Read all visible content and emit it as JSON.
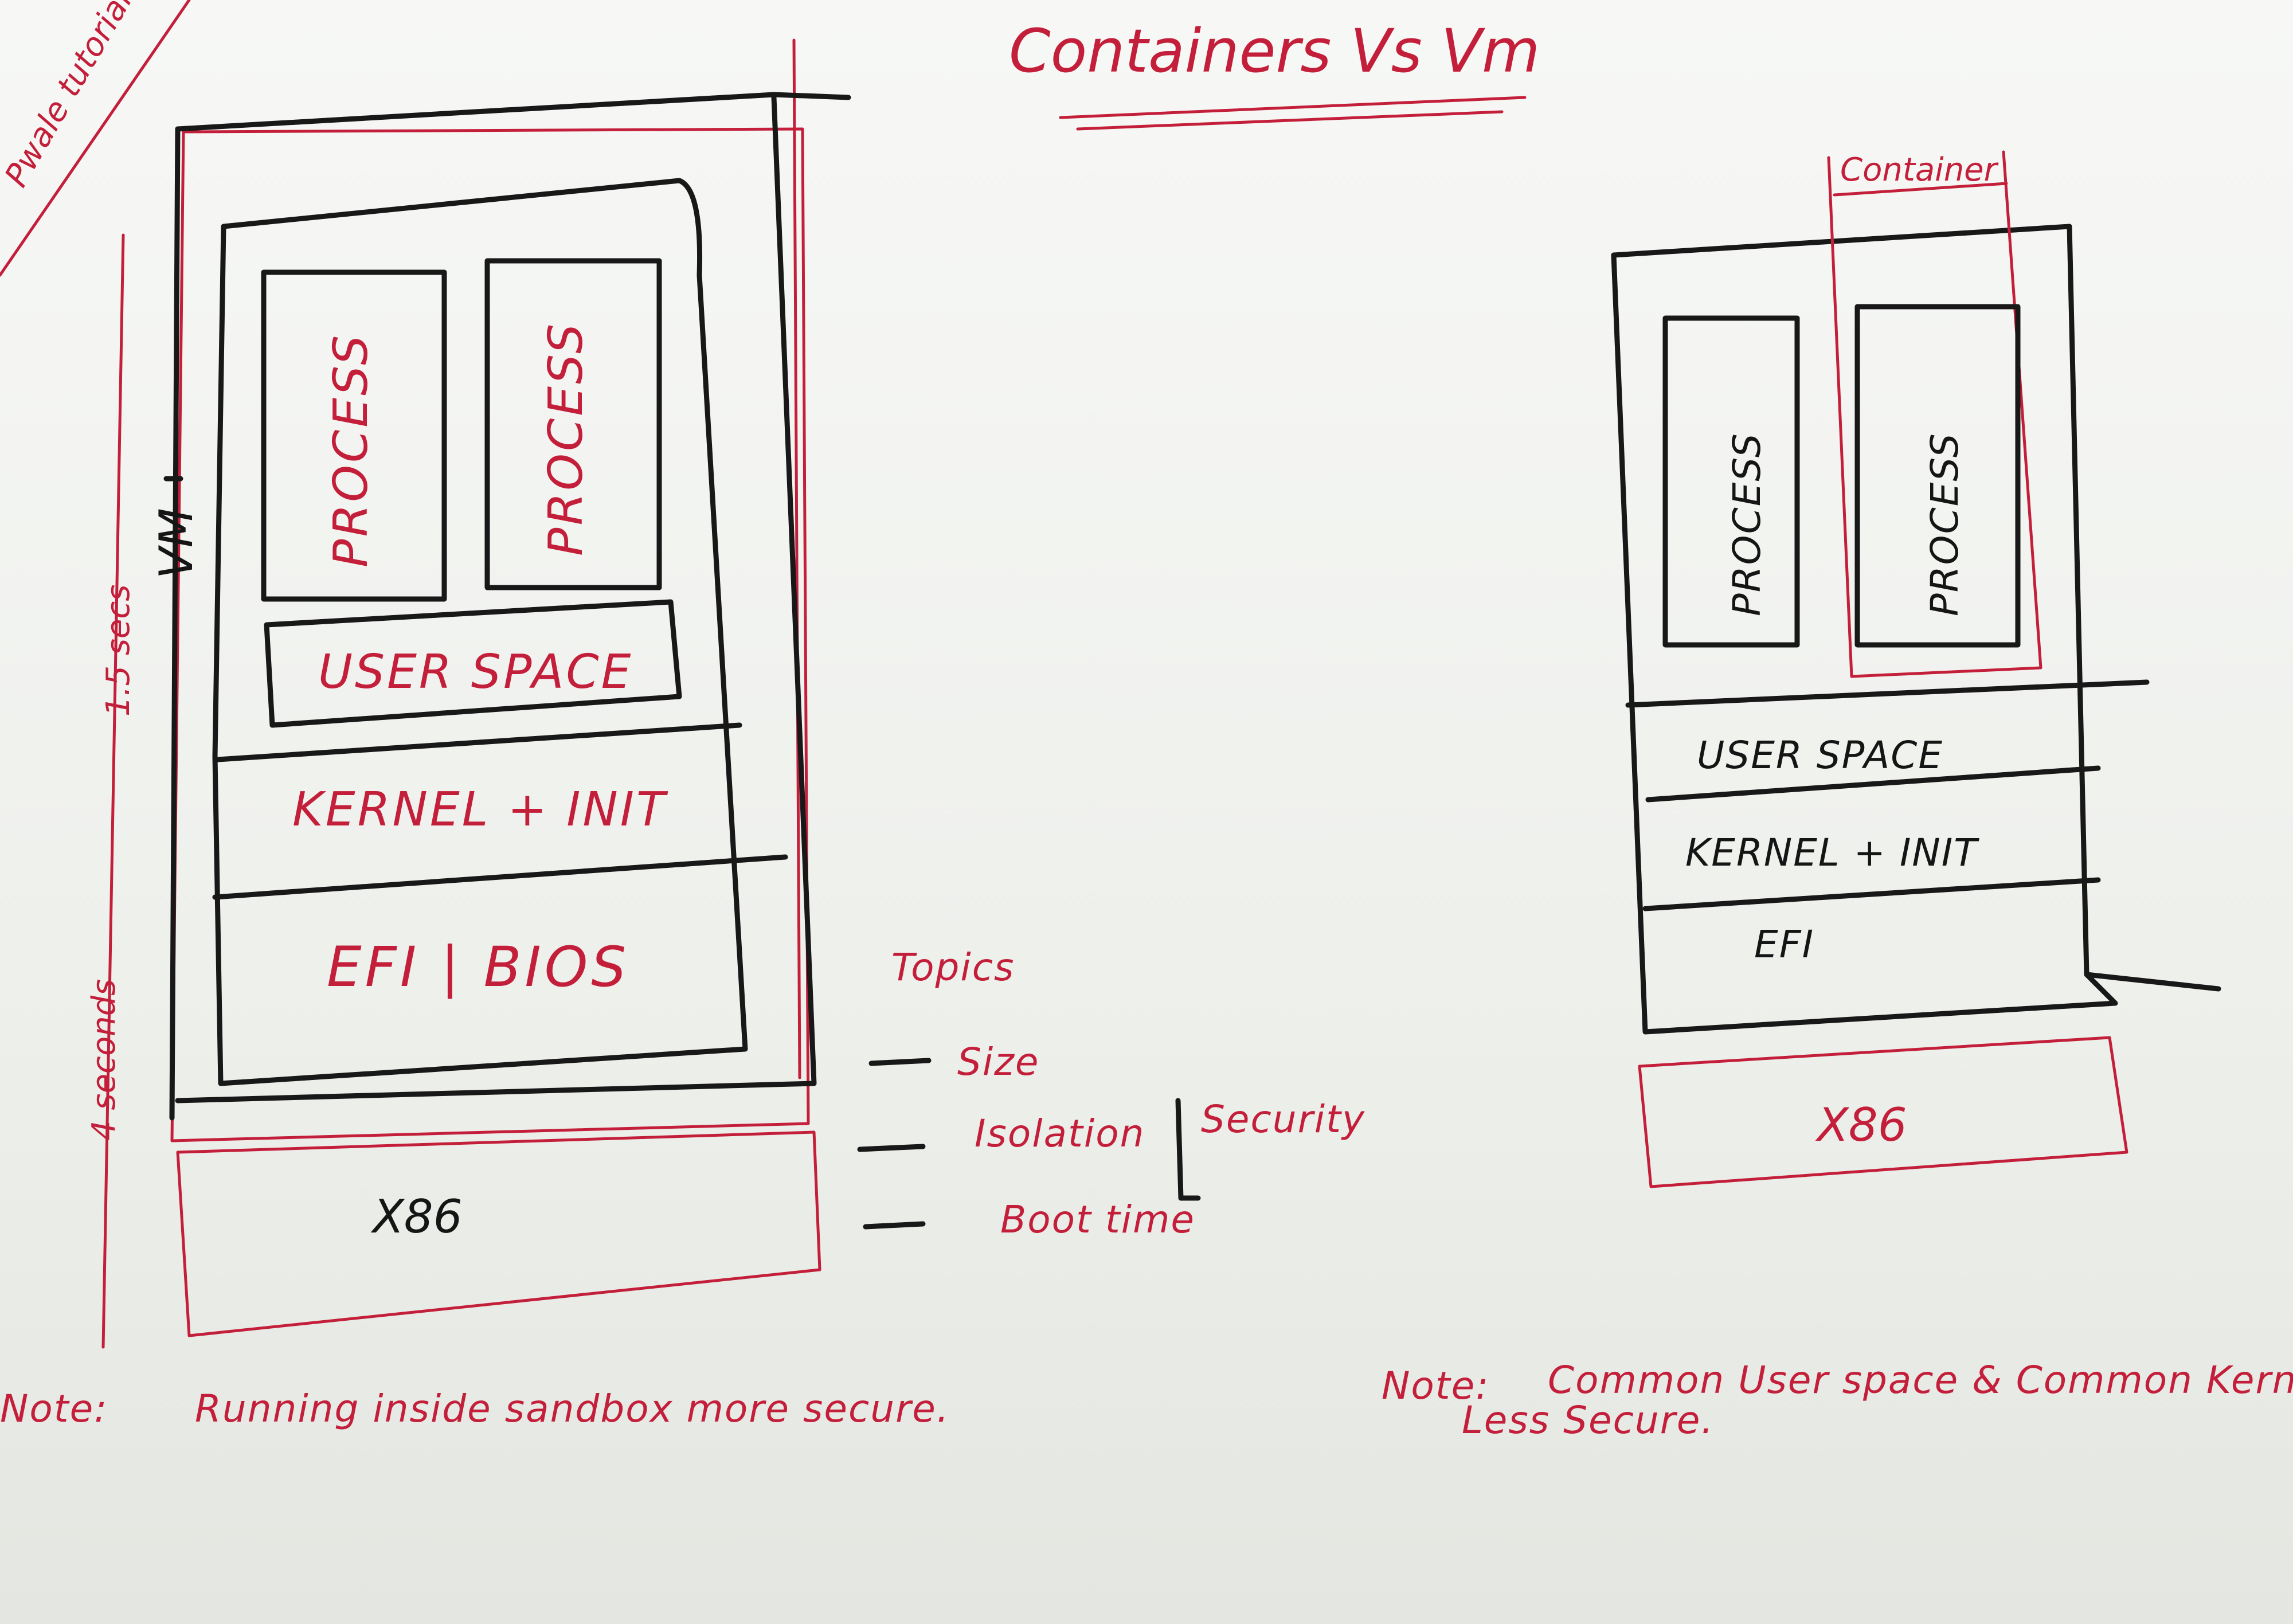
{
  "title": "Containers Vs Vm",
  "corner_note": "Pwale tutorial",
  "vm_diagram": {
    "side_label": "VM",
    "process_left": "PROCESS",
    "process_right": "PROCESS",
    "user_space": "USER SPACE",
    "kernel": "KERNEL + INIT",
    "firmware": "EFI | BIOS",
    "hardware": "X86",
    "time_top": "1.5 secs",
    "time_bottom": "4 seconds"
  },
  "topics": {
    "heading": "Topics",
    "items": [
      "Size",
      "Isolation",
      "Boot time"
    ],
    "bracket_label": "Security"
  },
  "container_diagram": {
    "container_label": "Container",
    "process_left": "PROCESS",
    "process_right": "PROCESS",
    "user_space": "USER SPACE",
    "kernel": "KERNEL + INIT",
    "firmware": "EFI",
    "hardware": "X86"
  },
  "notes": {
    "left_prefix": "Note:",
    "left_text": "Running inside sandbox more secure.",
    "right_prefix": "Note:",
    "right_line1": "Common User space & Common Kernel",
    "right_line2": "Less Secure."
  }
}
